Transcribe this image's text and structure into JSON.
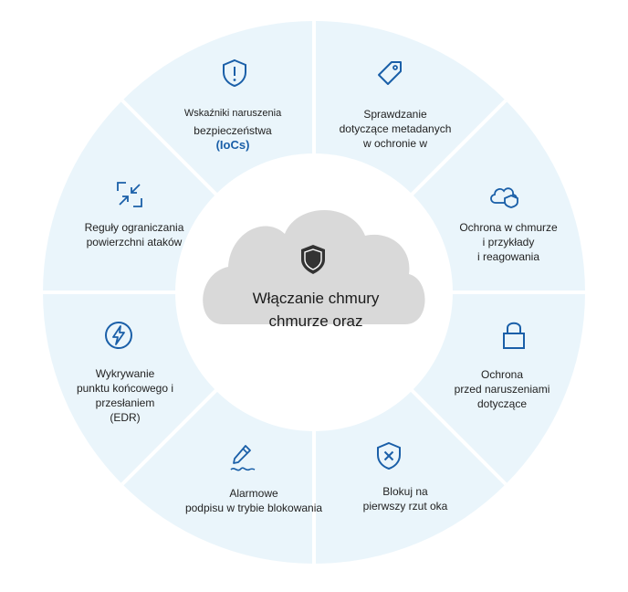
{
  "colors": {
    "segment_fill": "#eaf5fb",
    "separator": "#ffffff",
    "cloud_fill": "#d9d9d9",
    "icon_stroke": "#1a5fa8",
    "shield_dark": "#333333"
  },
  "center": {
    "icon": "shield-icon",
    "line1": "Włączanie chmury",
    "line2": "chmurze oraz"
  },
  "segments": [
    {
      "icon": "shield-alert-icon",
      "lines": [
        "Wskaźniki naruszenia",
        "bezpieczeństwa"
      ],
      "accent": "(IoCs)"
    },
    {
      "icon": "tag-icon",
      "lines": [
        "Sprawdzanie",
        "dotyczące metadanych",
        "w ochronie w"
      ]
    },
    {
      "icon": "cloud-shield-icon",
      "lines": [
        "Ochrona w chmurze",
        "i przykłady",
        "i reagowania"
      ]
    },
    {
      "icon": "lock-icon",
      "lines": [
        "Ochrona",
        "przed naruszeniami",
        "dotyczące"
      ]
    },
    {
      "icon": "block-shield-icon",
      "lines": [
        "Blokuj na",
        "pierwszy rzut oka"
      ]
    },
    {
      "icon": "pen-signature-icon",
      "lines": [
        "Alarmowe",
        "podpisu w trybie blokowania"
      ]
    },
    {
      "icon": "lightning-icon",
      "lines": [
        "Wykrywanie",
        "punktu końcowego i",
        "przesłaniem",
        "(EDR)"
      ]
    },
    {
      "icon": "shrink-arrows-icon",
      "lines": [
        "Reguły ograniczania",
        "powierzchni ataków"
      ]
    }
  ]
}
